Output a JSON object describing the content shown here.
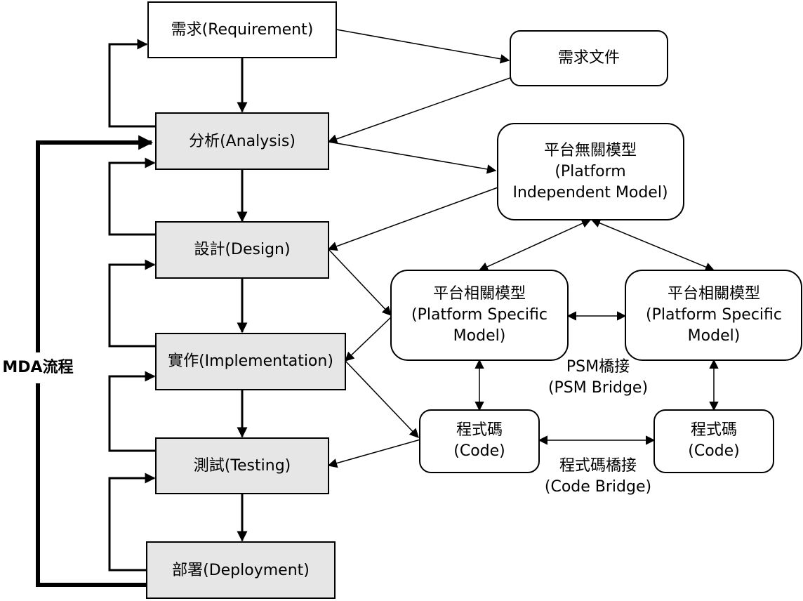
{
  "process": {
    "requirement": "需求(Requirement)",
    "analysis": "分析(Analysis)",
    "design": "設計(Design)",
    "implementation": "實作(Implementation)",
    "testing": "測試(Testing)",
    "deployment": "部署(Deployment)"
  },
  "side_label": "MDA流程",
  "artifacts": {
    "requirement_doc": "需求文件",
    "pim": [
      "平台無關模型",
      "(Platform",
      "Independent Model)"
    ],
    "psm_left": [
      "平台相關模型",
      "(Platform Specific",
      "Model)"
    ],
    "psm_right": [
      "平台相關模型",
      "(Platform Specific",
      "Model)"
    ],
    "code_left": [
      "程式碼",
      "(Code)"
    ],
    "code_right": [
      "程式碼",
      "(Code)"
    ]
  },
  "bridges": {
    "psm_bridge": [
      "PSM橋接",
      "(PSM Bridge)"
    ],
    "code_bridge": [
      "程式碼橋接",
      "(Code Bridge)"
    ]
  },
  "colors": {
    "process_fill": "#e6e6e6",
    "requirement_fill": "#ffffff",
    "artifact_fill": "#ffffff",
    "stroke": "#000000"
  }
}
